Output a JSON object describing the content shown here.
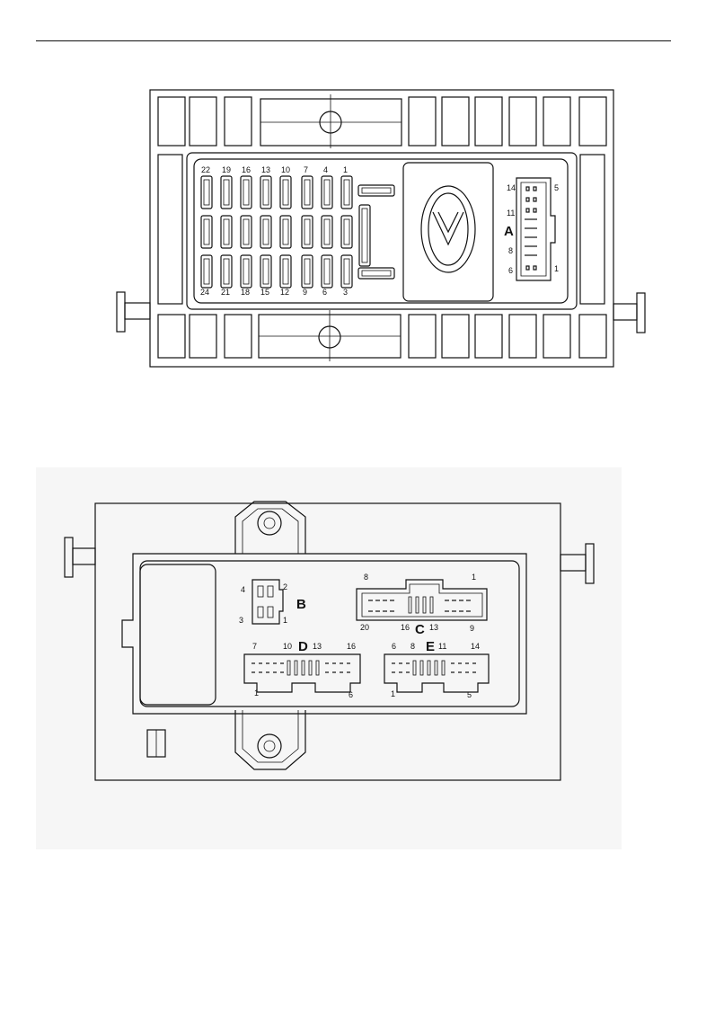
{
  "fuse_box_top": {
    "fuse_numbers_top": [
      "22",
      "19",
      "16",
      "13",
      "10",
      "7",
      "4",
      "1"
    ],
    "fuse_numbers_bottom": [
      "24",
      "21",
      "18",
      "15",
      "12",
      "9",
      "6",
      "3"
    ],
    "connector_A": {
      "letter": "A",
      "pins": [
        "14",
        "5",
        "11",
        "8",
        "6",
        "1"
      ]
    }
  },
  "fuse_box_bottom": {
    "connector_B": {
      "letter": "B",
      "pins": [
        "4",
        "2",
        "3",
        "1"
      ]
    },
    "connector_C": {
      "letter": "C",
      "pins": [
        "8",
        "1",
        "20",
        "16",
        "13",
        "9"
      ]
    },
    "connector_D": {
      "letter": "D",
      "pins": [
        "7",
        "10",
        "13",
        "16",
        "1",
        "6"
      ]
    },
    "connector_E": {
      "letter": "E",
      "pins": [
        "6",
        "8",
        "11",
        "14",
        "1",
        "5"
      ]
    }
  }
}
